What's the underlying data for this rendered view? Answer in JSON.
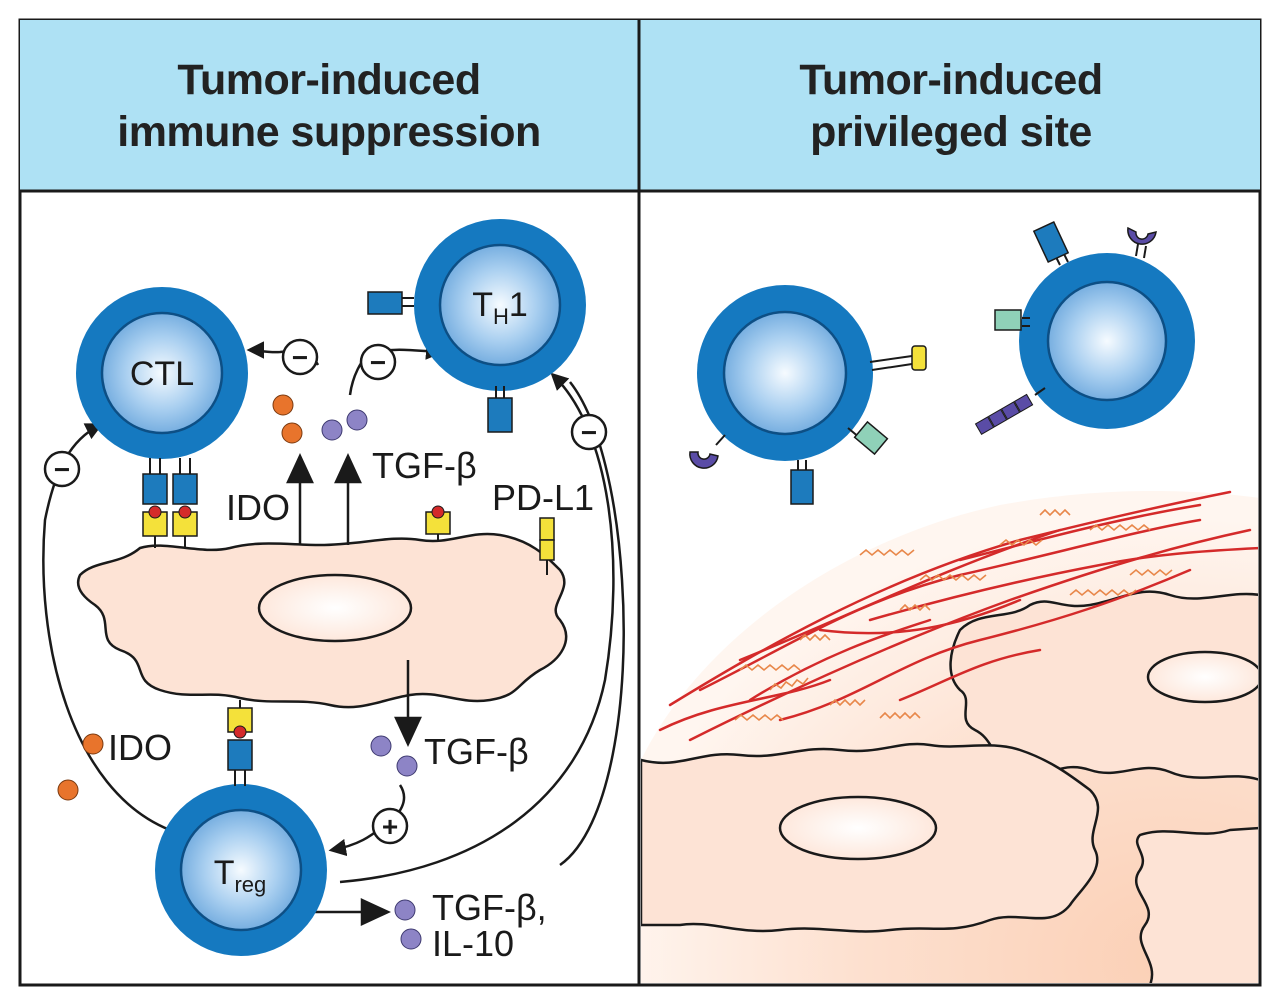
{
  "panels": {
    "left": {
      "title_line1": "Tumor-induced",
      "title_line2": "immune suppression"
    },
    "right": {
      "title_line1": "Tumor-induced",
      "title_line2": "privileged site"
    }
  },
  "labels": {
    "ctl": "CTL",
    "th1_main": "T",
    "th1_sub": "H",
    "th1_suffix": "1",
    "treg_main": "T",
    "treg_sub": "reg",
    "tgf_top": "TGF-β",
    "ido_mid": "IDO",
    "pdl1": "PD-L1",
    "ido_left": "IDO",
    "tgf_mid": "TGF-β",
    "tgf_bottom": "TGF-β,",
    "il10": "IL-10",
    "minus": "−",
    "plus": "+"
  },
  "colors": {
    "header_bg": "#aee1f4",
    "cell_outer": "#1579c0",
    "cell_inner": "#7fb6e2",
    "tumor_fill": "#fde3d5",
    "fiber_red": "#d42a2a",
    "squiggle_orange": "#e8874a",
    "ido_orange": "#e8742c",
    "tgf_purple": "#8d84c6",
    "receptor_yellow": "#f4e13a",
    "receptor_blue": "#1d7bbd",
    "receptor_green": "#8fd1b8",
    "receptor_violet": "#5a4ca6"
  }
}
